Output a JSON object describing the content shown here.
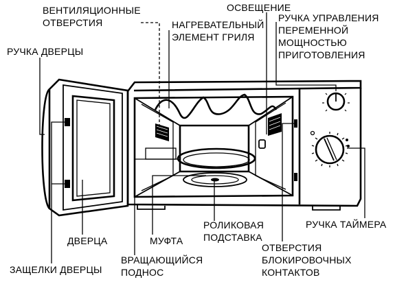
{
  "labels": {
    "vent": [
      "ВЕНТИЛЯЦИОННЫЕ",
      "ОТВЕРСТИЯ"
    ],
    "door_handle": [
      "РУЧКА ДВЕРЦЫ"
    ],
    "grill": [
      "НАГРЕВАТЕЛЬНЫЙ",
      "ЭЛЕМЕНТ ГРИЛЯ"
    ],
    "light": [
      "ОСВЕЩЕНИЕ"
    ],
    "power_knob": [
      "РУЧКА УПРАВЛЕНИЯ",
      "ПЕРЕМЕННОЙ",
      "МОЩНОСТЬЮ",
      "ПРИГОТОВЛЕНИЯ"
    ],
    "door": [
      "ДВЕРЦА"
    ],
    "coupler": [
      "МУФТА"
    ],
    "roller": [
      "РОЛИКОВАЯ",
      "ПОДСТАВКА"
    ],
    "timer": [
      "РУЧКА ТАЙМЕРА"
    ],
    "interlock": [
      "ОТВЕРСТИЯ",
      "БЛОКИРОВОЧНЫХ",
      "КОНТАКТОВ"
    ],
    "latches": [
      "ЗАЩЕЛКИ ДВЕРЦЫ"
    ],
    "turntable": [
      "ВРАЩАЮЩИЙСЯ",
      "ПОДНОС"
    ]
  }
}
